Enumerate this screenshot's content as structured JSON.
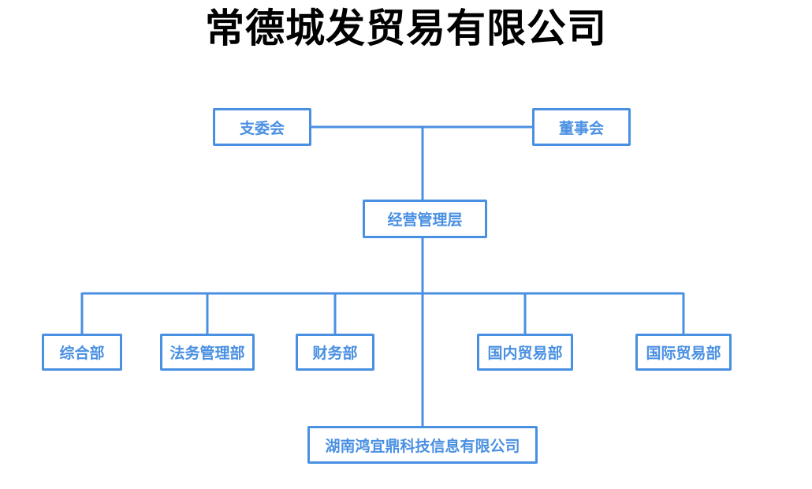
{
  "page": {
    "background": "#ffffff"
  },
  "title": {
    "text": "常德城发贸易有限公司",
    "color": "#000000"
  },
  "diagram": {
    "type": "org-chart",
    "accent_color": "#4a90e2",
    "node_fill": "#ffffff",
    "nodes": {
      "branch_committee": {
        "label": "支委会"
      },
      "board": {
        "label": "董事会"
      },
      "management": {
        "label": "经营管理层"
      },
      "general_dept": {
        "label": "综合部"
      },
      "legal_dept": {
        "label": "法务管理部"
      },
      "finance_dept": {
        "label": "财务部"
      },
      "domestic_trade_dept": {
        "label": "国内贸易部"
      },
      "international_trade_dept": {
        "label": "国际贸易部"
      },
      "subsidiary_company": {
        "label": "湖南鸿宜鼎科技信息有限公司"
      }
    },
    "edges": [
      {
        "from": "branch_committee",
        "to": "management"
      },
      {
        "from": "board",
        "to": "management"
      },
      {
        "from": "management",
        "to": "general_dept"
      },
      {
        "from": "management",
        "to": "legal_dept"
      },
      {
        "from": "management",
        "to": "finance_dept"
      },
      {
        "from": "management",
        "to": "domestic_trade_dept"
      },
      {
        "from": "management",
        "to": "international_trade_dept"
      },
      {
        "from": "management",
        "to": "subsidiary_company"
      }
    ]
  }
}
